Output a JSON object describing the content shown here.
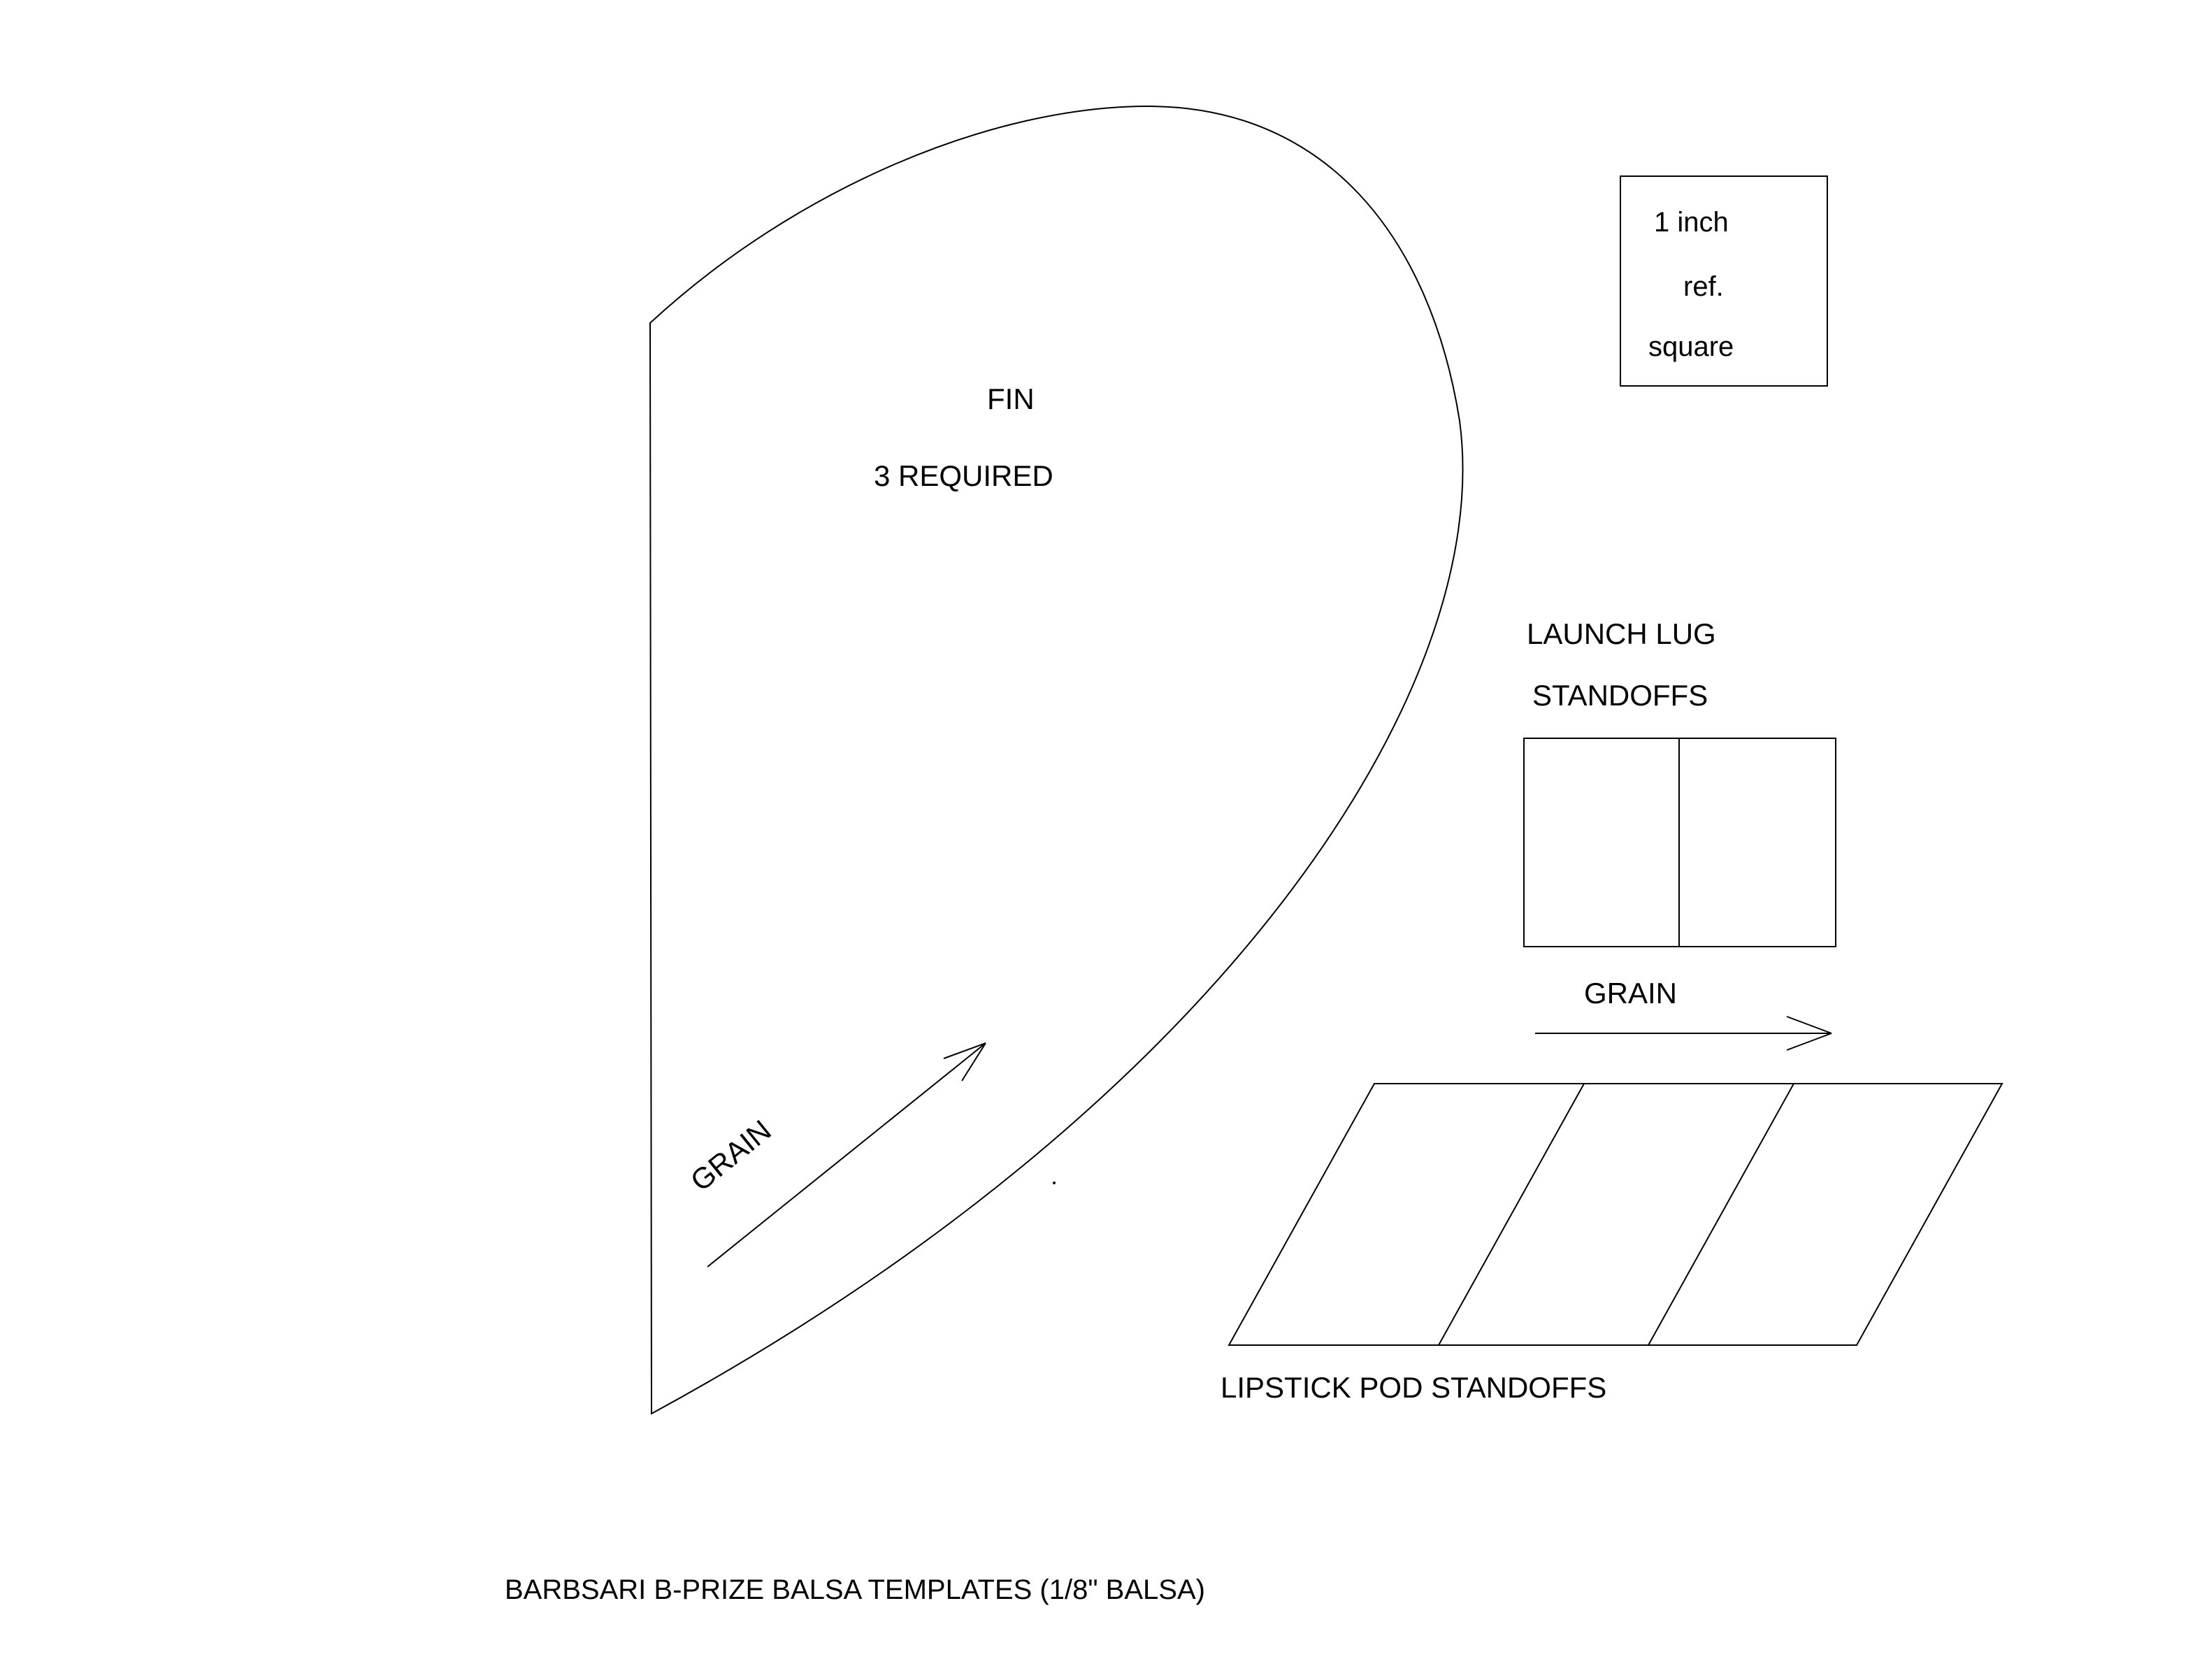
{
  "page": {
    "background_color": "#ffffff",
    "line_color": "#000000"
  },
  "fin": {
    "label": "FIN",
    "quantity": "3 REQUIRED",
    "grain_label": "GRAIN"
  },
  "ref_square": {
    "line1": "1 inch",
    "line2": "ref.",
    "line3": "square"
  },
  "launch_lug": {
    "line1": "LAUNCH LUG",
    "line2": "STANDOFFS",
    "grain_label": "GRAIN"
  },
  "lipstick_pods": {
    "label": "LIPSTICK POD STANDOFFS"
  },
  "footer": {
    "title": "BARBSARI B-PRIZE BALSA TEMPLATES  (1/8\" BALSA)"
  }
}
